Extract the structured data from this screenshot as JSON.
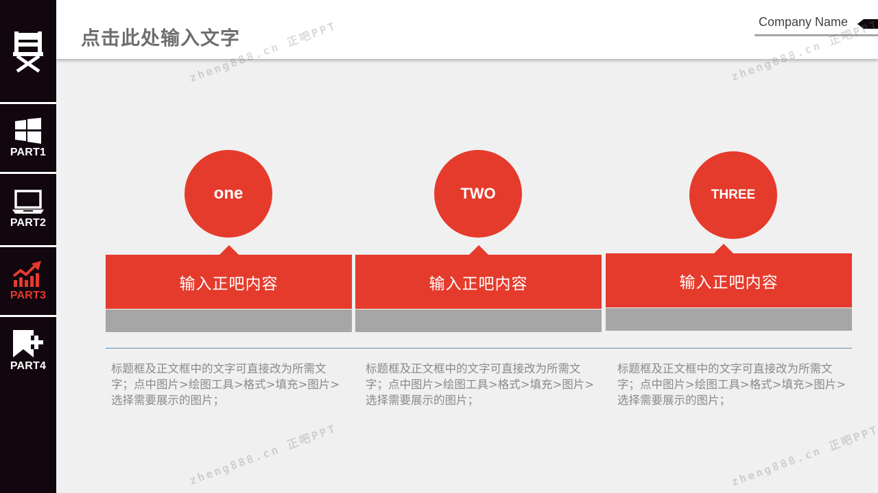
{
  "sidebar": {
    "items": [
      {
        "icon": "director-chair-icon",
        "label": ""
      },
      {
        "icon": "windows-icon",
        "label": "PART1"
      },
      {
        "icon": "laptop-icon",
        "label": "PART2"
      },
      {
        "icon": "chart-trend-icon",
        "label": "PART3",
        "active": true
      },
      {
        "icon": "bookmark-plus-icon",
        "label": "PART4"
      }
    ]
  },
  "header": {
    "title": "点击此处输入文字",
    "company": "Company Name"
  },
  "cards": [
    {
      "circle_text": "one",
      "band_text": "输入正吧内容",
      "desc": "标题框及正文框中的文字可直接改为所需文字；点中图片>绘图工具>格式>填充>图片>选择需要展示的图片；"
    },
    {
      "circle_text": "TWO",
      "band_text": "输入正吧内容",
      "desc": "标题框及正文框中的文字可直接改为所需文字；点中图片>绘图工具>格式>填充>图片>选择需要展示的图片；"
    },
    {
      "circle_text": "THREE",
      "band_text": "输入正吧内容",
      "desc": "标题框及正文框中的文字可直接改为所需文字；点中图片>绘图工具>格式>填充>图片>选择需要展示的图片；"
    }
  ],
  "watermark": "zheng888.cn 正吧PPT",
  "colors": {
    "accent": "#e53b2c",
    "sidebar": "#12060f",
    "gray_band": "#a6a6a6",
    "divider": "#5b8fb9"
  }
}
